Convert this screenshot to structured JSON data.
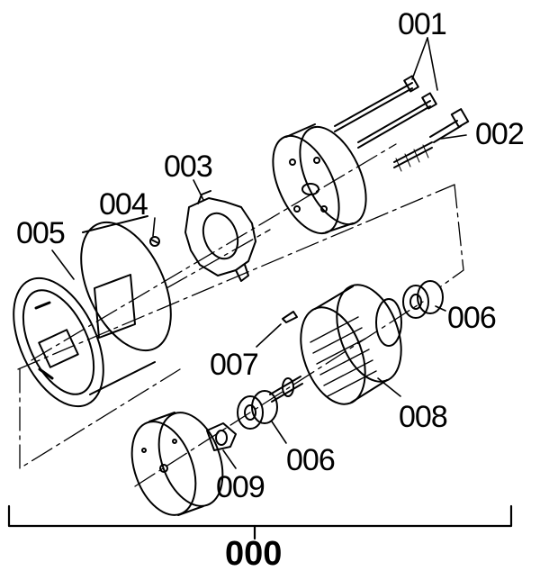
{
  "labels": {
    "p001": "001",
    "p002": "002",
    "p003": "003",
    "p004": "004",
    "p005": "005",
    "p006a": "006",
    "p006b": "006",
    "p007": "007",
    "p008": "008",
    "p009": "009"
  },
  "assembly_label": "000"
}
